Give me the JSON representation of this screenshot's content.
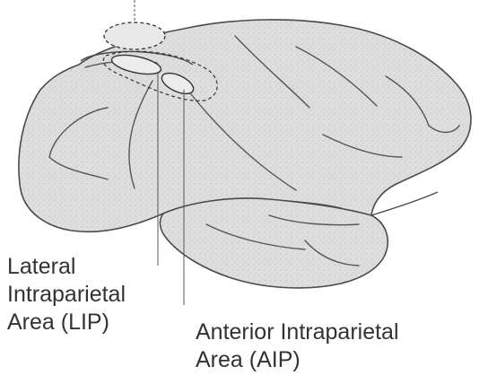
{
  "diagram": {
    "labels": {
      "lip": [
        "Lateral",
        "Intraparietal",
        "Area (LIP)"
      ],
      "aip": [
        "Anterior Intraparietal",
        "Area (AIP)"
      ]
    },
    "colors": {
      "brain_fill": "#dcdcdc",
      "outline": "#4a4a4a",
      "leader_line": "#555555",
      "text": "#333333"
    }
  }
}
